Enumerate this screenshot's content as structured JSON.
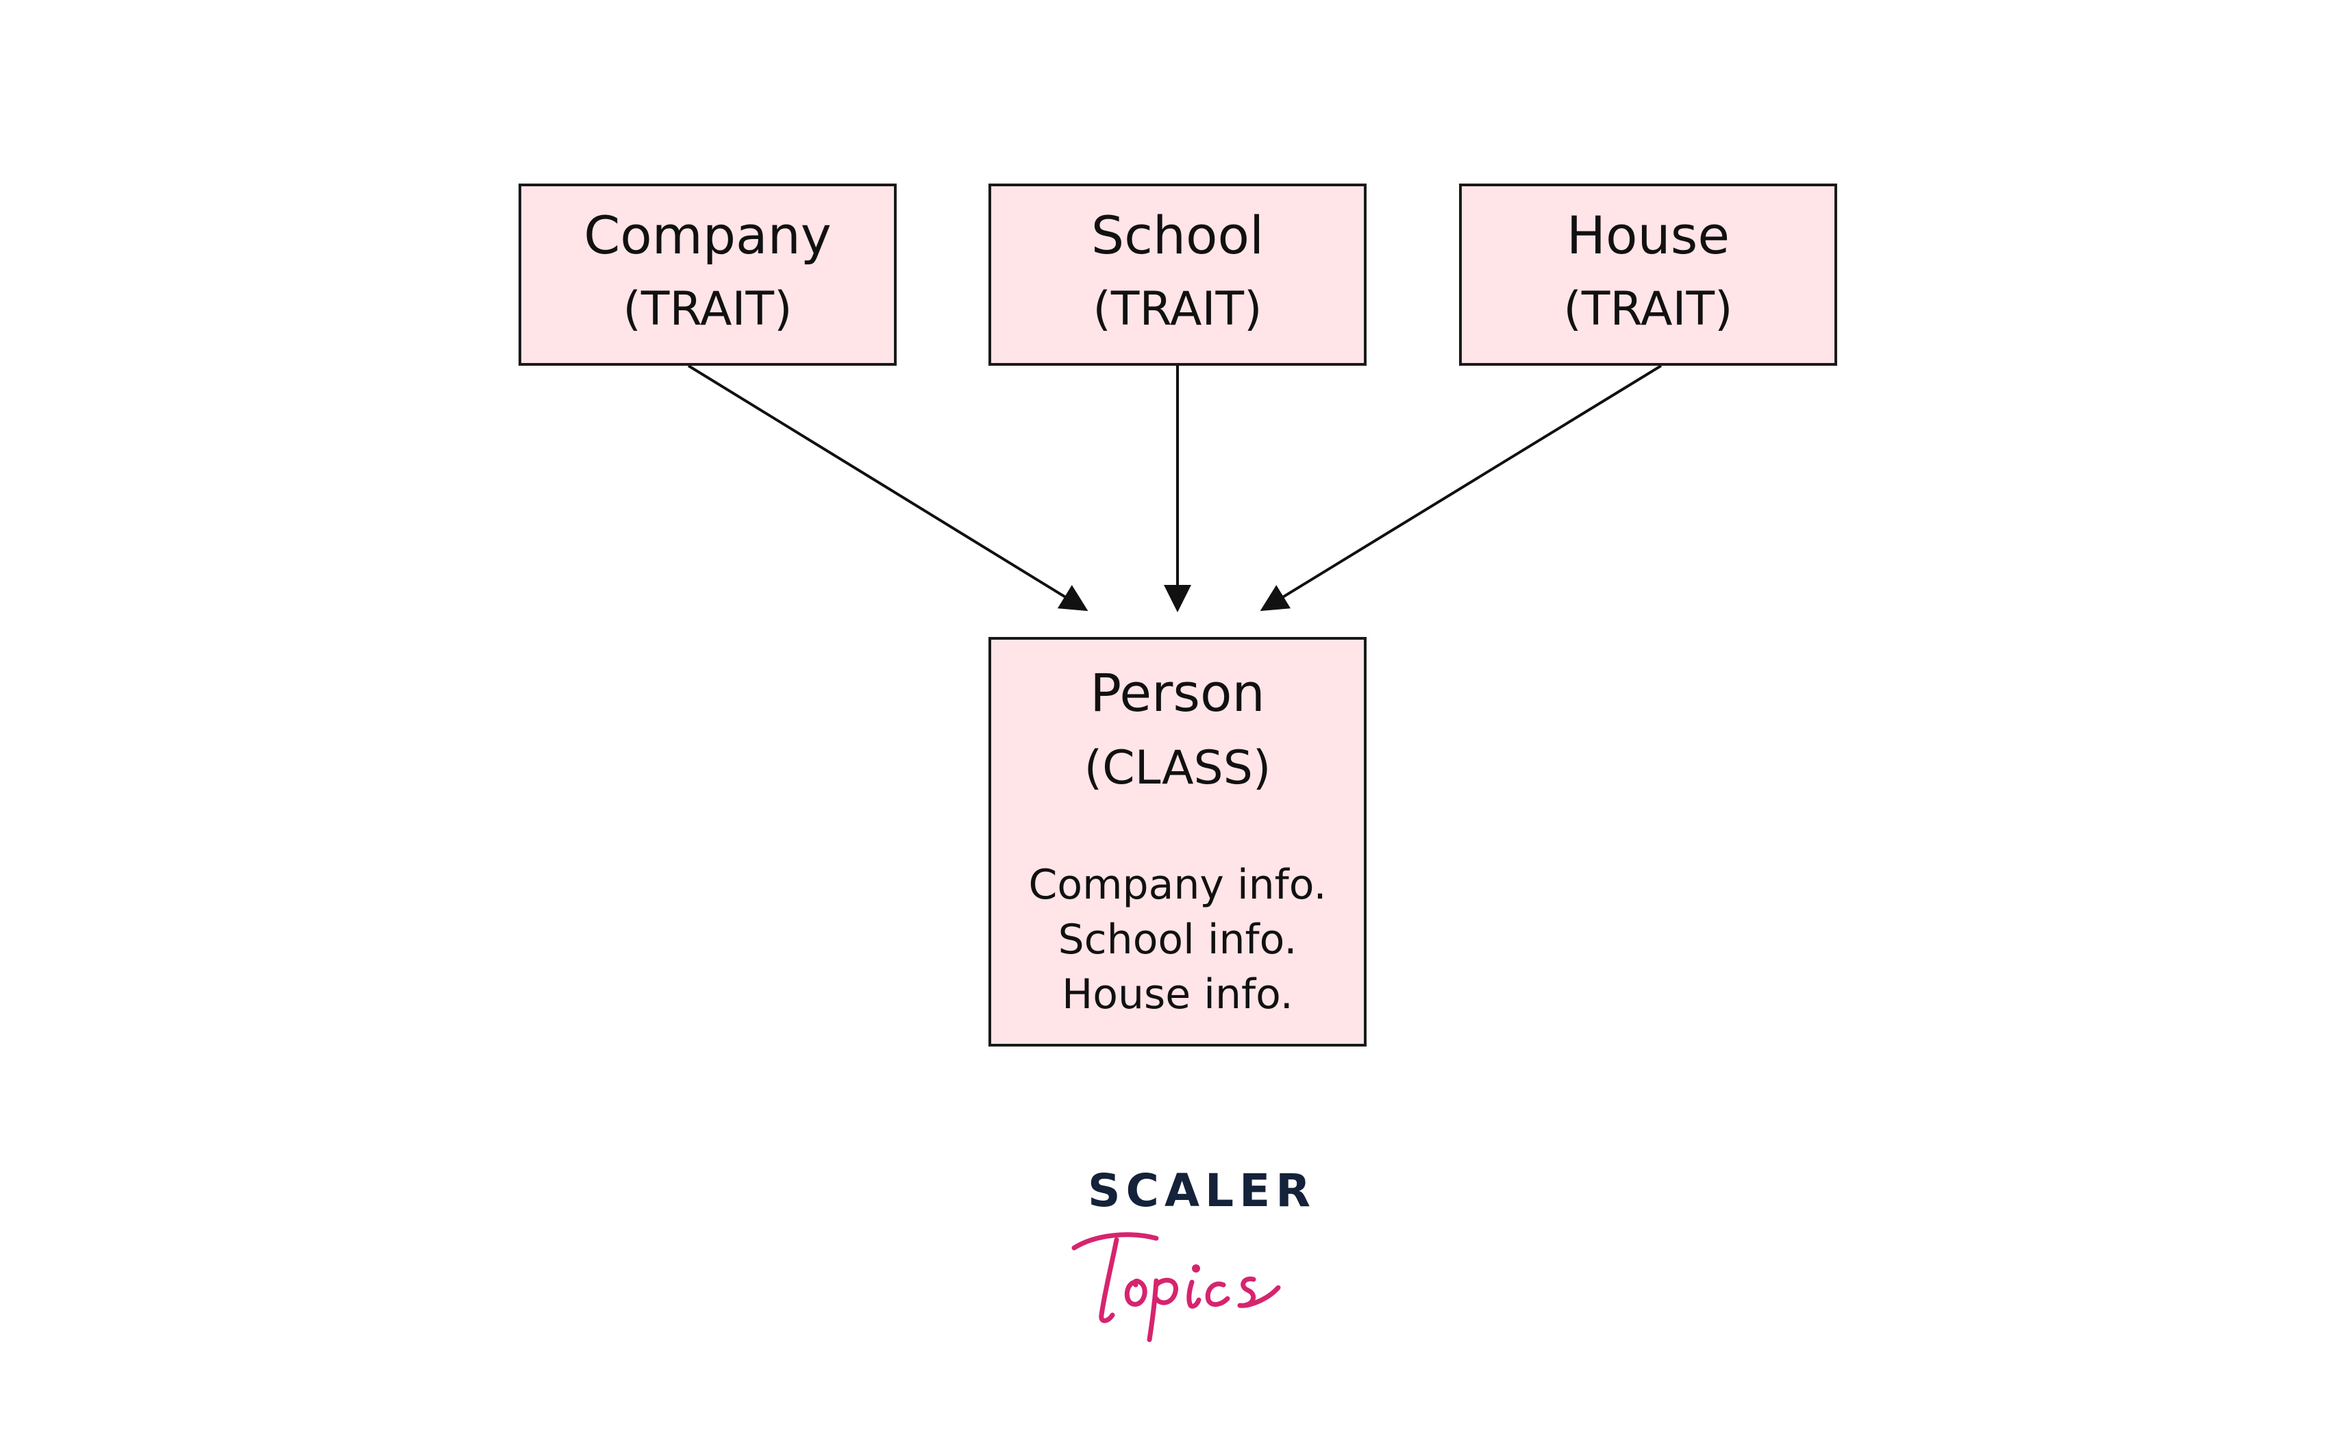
{
  "nodes": {
    "company": {
      "title": "Company",
      "kind": "(TRAIT)"
    },
    "school": {
      "title": "School",
      "kind": "(TRAIT)"
    },
    "house": {
      "title": "House",
      "kind": "(TRAIT)"
    },
    "person": {
      "title": "Person",
      "kind": "(CLASS)",
      "info": [
        "Company info.",
        "School info.",
        "House info."
      ]
    }
  },
  "edges": [
    {
      "from": "company",
      "to": "person"
    },
    {
      "from": "school",
      "to": "person"
    },
    {
      "from": "house",
      "to": "person"
    }
  ],
  "logo": {
    "word": "SCALER",
    "script": "Topics"
  },
  "colors": {
    "box_fill": "#ffe4e8",
    "box_border": "#1a1a1a",
    "logo_dark": "#14223a",
    "logo_accent": "#d6246e"
  }
}
